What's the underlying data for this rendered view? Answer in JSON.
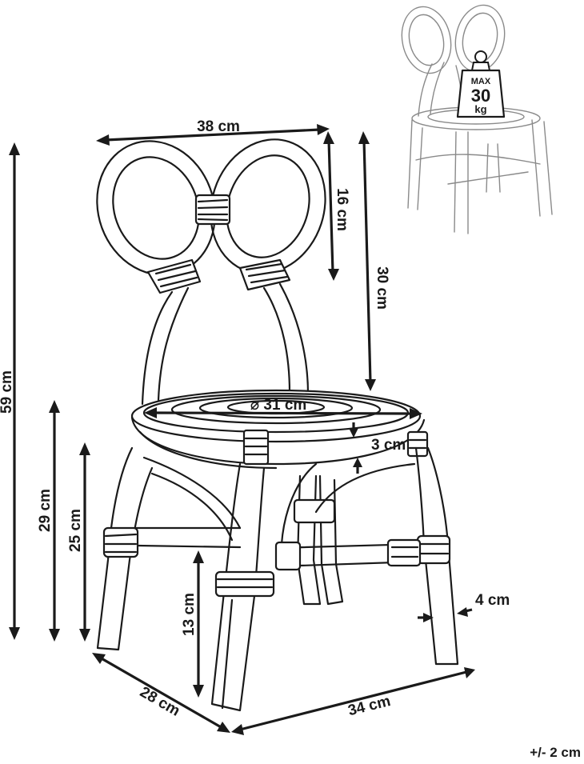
{
  "dimensions": {
    "width_top": "38 cm",
    "backrest_height": "16 cm",
    "back_to_seat": "30 cm",
    "total_height": "59 cm",
    "seat_diameter": "⌀ 31 cm",
    "seat_thickness": "3 cm",
    "seat_height": "29 cm",
    "leg_height": "25 cm",
    "stretcher_height": "13 cm",
    "leg_diameter": "4 cm",
    "depth": "28 cm",
    "width_bottom": "34 cm",
    "tolerance": "+/- 2 cm"
  },
  "max_load": {
    "label": "MAX",
    "value": "30",
    "unit": "kg"
  },
  "icons": {
    "weight": "weight-icon"
  },
  "colors": {
    "line": "#1a1a1a",
    "thumbnail_line": "#8a8a8a",
    "background": "#ffffff"
  }
}
